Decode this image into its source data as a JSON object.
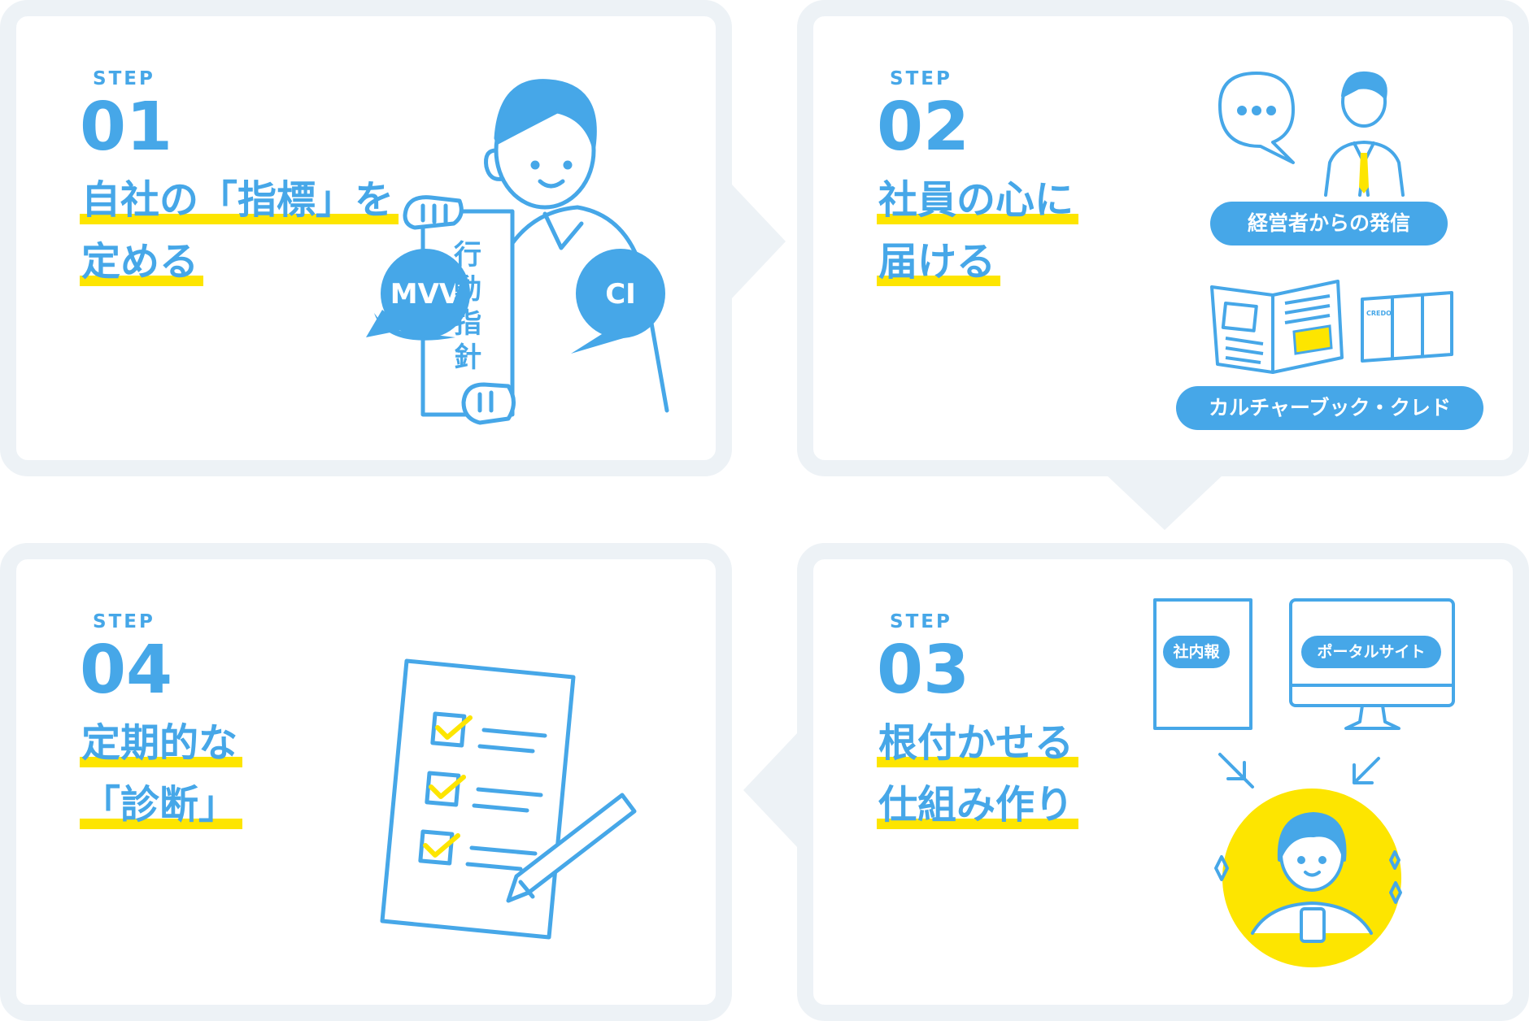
{
  "colors": {
    "accent": "#46a7e8",
    "highlight": "#fde500",
    "card_border": "#edf2f6",
    "background": "#ffffff"
  },
  "steps": [
    {
      "label": "STEP",
      "number": "01",
      "title_lines": [
        "自社の「指標」を",
        "定める"
      ],
      "bubbles": [
        "MVV",
        "CI"
      ],
      "sign_text": [
        "行",
        "動",
        "指",
        "針"
      ]
    },
    {
      "label": "STEP",
      "number": "02",
      "title_lines": [
        "社員の心に",
        "届ける"
      ],
      "pills": [
        "経営者からの発信",
        "カルチャーブック・クレド"
      ],
      "booklet_label": "CREDO"
    },
    {
      "label": "STEP",
      "number": "03",
      "title_lines": [
        "根付かせる",
        "仕組み作り"
      ],
      "pills": [
        "社内報",
        "ポータルサイト"
      ]
    },
    {
      "label": "STEP",
      "number": "04",
      "title_lines": [
        "定期的な",
        "「診断」"
      ]
    }
  ]
}
